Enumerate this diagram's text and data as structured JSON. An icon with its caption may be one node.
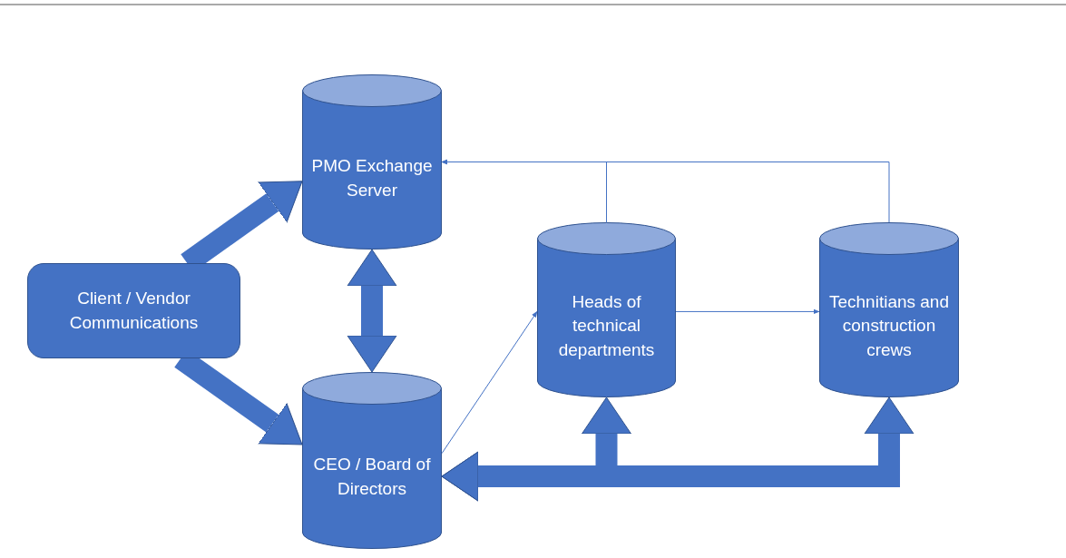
{
  "diagram": {
    "nodes": [
      {
        "text": [
          "Client / Vendor Communications"
        ]
      },
      {
        "text": [
          "PMO Exchange Server"
        ]
      },
      {
        "text": [
          "CEO / Board of Directors"
        ]
      },
      {
        "text": [
          "Heads of technical departments"
        ]
      },
      {
        "text": [
          "Technitians and construction crews"
        ]
      }
    ],
    "edges": [
      {
        "from": 0,
        "to": 1,
        "arrow": "to"
      },
      {
        "from": 0,
        "to": 2,
        "arrow": "to"
      },
      {
        "from": 1,
        "to": 2,
        "arrow": "both"
      },
      {
        "from": 2,
        "to": 3,
        "arrow": "to"
      },
      {
        "from": 3,
        "to": 4,
        "arrow": "to"
      },
      {
        "from": 3,
        "to": 1,
        "arrow": "to"
      },
      {
        "from": 4,
        "to": 1,
        "arrow": "to"
      },
      {
        "from": 2,
        "to": 3,
        "arrow": "both"
      },
      {
        "from": 2,
        "to": 4,
        "arrow": "both"
      }
    ]
  }
}
